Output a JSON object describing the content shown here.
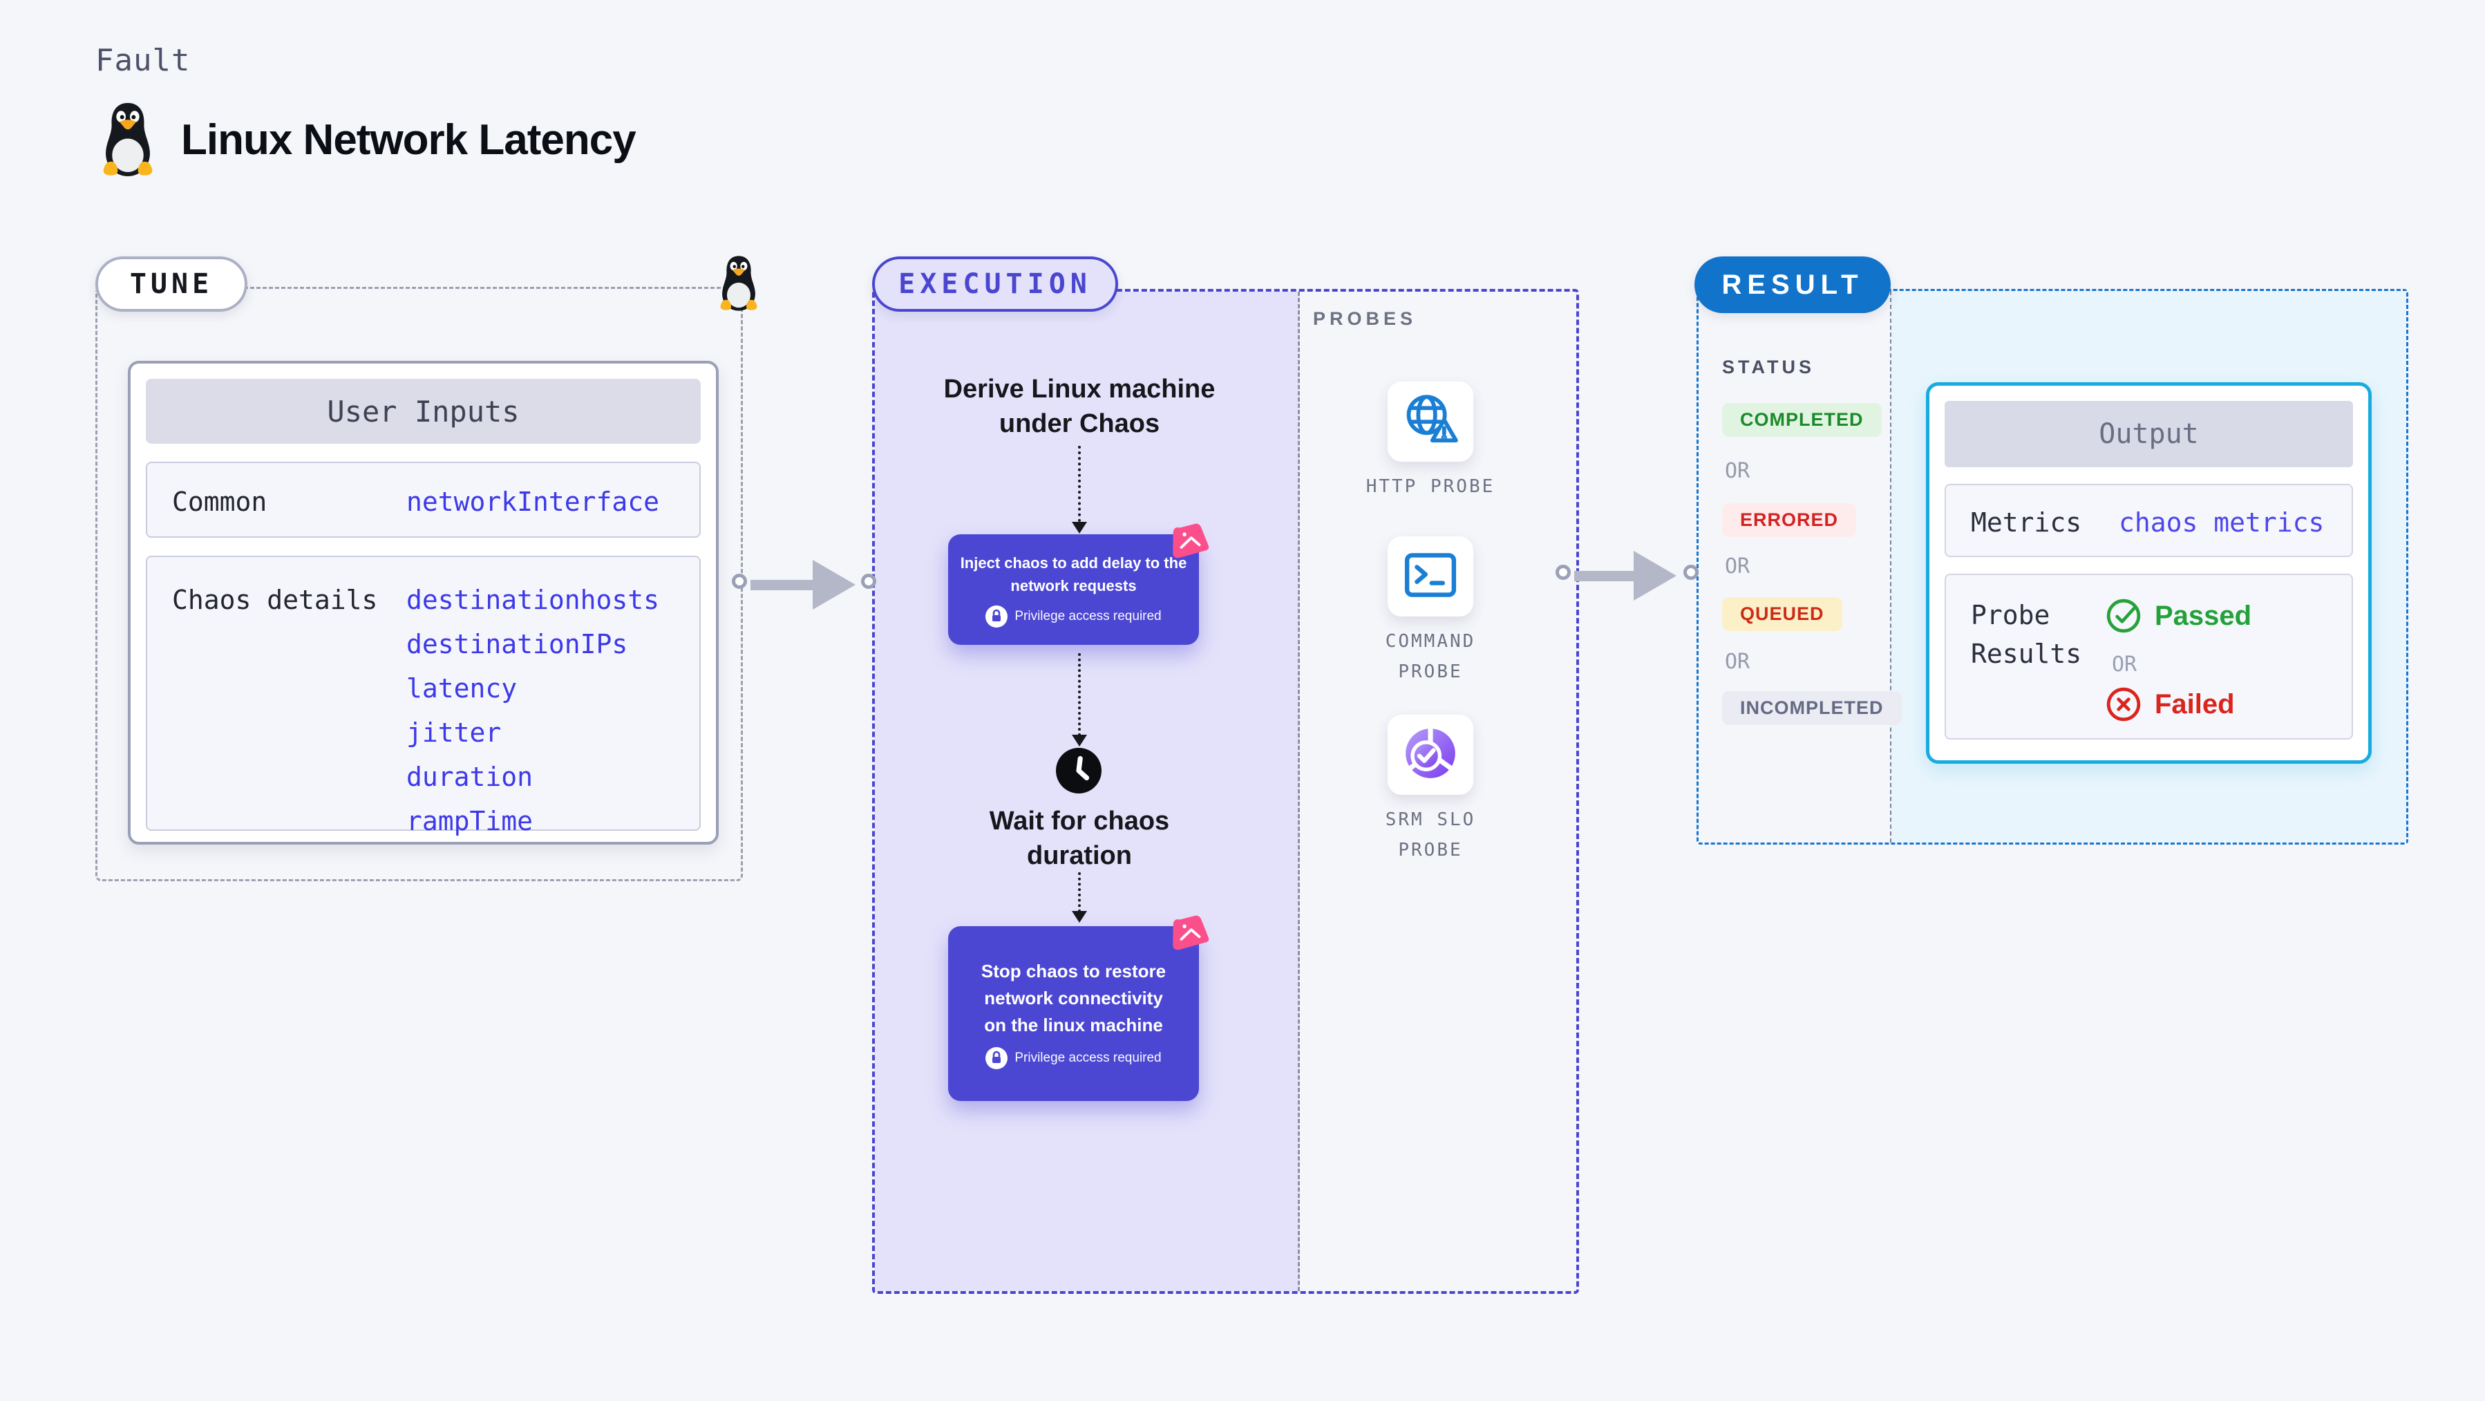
{
  "header": {
    "eyebrow": "Fault",
    "title": "Linux Network Latency"
  },
  "tune": {
    "pill": "TUNE",
    "table": {
      "title": "User Inputs",
      "rows": [
        {
          "label": "Common",
          "values": [
            "networkInterface"
          ]
        },
        {
          "label": "Chaos details",
          "values": [
            "destinationhosts",
            "destinationIPs",
            "latency",
            "jitter",
            "duration",
            "rampTime"
          ]
        }
      ]
    }
  },
  "execution": {
    "pill": "EXECUTION",
    "derive_step": "Derive Linux machine under Chaos",
    "inject_step": "Inject chaos to add delay to the network requests",
    "wait_step": "Wait for chaos duration",
    "stop_step": "Stop chaos to restore network connectivity on the linux machine",
    "privilege_note": "Privilege access required"
  },
  "probes": {
    "label": "PROBES",
    "items": [
      {
        "name": "HTTP PROBE",
        "icon": "globe-alert-icon"
      },
      {
        "name": "COMMAND PROBE",
        "icon": "terminal-icon"
      },
      {
        "name": "SRM SLO PROBE",
        "icon": "slo-donut-icon"
      }
    ]
  },
  "result": {
    "pill": "RESULT",
    "status_heading": "STATUS",
    "or_label": "OR",
    "statuses": [
      {
        "label": "COMPLETED",
        "text_color": "#1b8a2b",
        "bg_color": "#e1f4e2"
      },
      {
        "label": "ERRORED",
        "text_color": "#d32221",
        "bg_color": "#fdeceb"
      },
      {
        "label": "QUEUED",
        "text_color": "#cc2b16",
        "bg_color": "#fcf0c8"
      },
      {
        "label": "INCOMPLETED",
        "text_color": "#646a83",
        "bg_color": "#eaebf3"
      }
    ],
    "output": {
      "title": "Output",
      "metrics_label": "Metrics",
      "metrics_value": "chaos metrics",
      "probe_results_label": "Probe Results",
      "passed": "Passed",
      "or_label": "OR",
      "failed": "Failed"
    }
  },
  "colors": {
    "page_bg": "#f5f6fa",
    "indigo_accent": "#4b46d0",
    "node_indigo": "#4c47d3",
    "execution_fill": "#e4e2fa",
    "pink_logo": "#fb4f8b",
    "result_blue": "#1173ca",
    "output_cyan_border": "#17abdf",
    "result_fill": "#e9f5fc",
    "value_blue": "#3d39e8",
    "probe_icon_blue": "#1a7fd4",
    "passed_green": "#23a13a",
    "failed_red": "#da251d",
    "arrow_gray": "#b3b7c7"
  }
}
